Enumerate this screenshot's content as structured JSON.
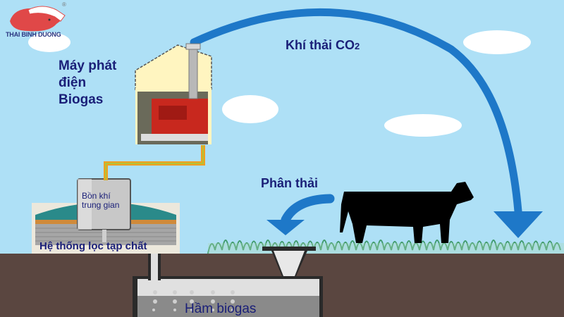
{
  "logo": {
    "brand": "THAI BINH DUONG",
    "registered": "®"
  },
  "labels": {
    "generator": [
      "Máy phát",
      "điện",
      "Biogas"
    ],
    "co2": "Khí thải CO",
    "co2_sub": "2",
    "waste": "Phân thải",
    "buffer_tank": [
      "Bồn khí",
      "trung gian"
    ],
    "filter_system": "Hệ thống lọc tạp chất",
    "digester": "Hầm biogas"
  },
  "colors": {
    "sky": "#aee0f6",
    "arrow": "#1e78c8",
    "label": "#1a1f78",
    "soil": "#5a4640",
    "pipe": "#f0a020",
    "house": "#fff5c0",
    "digester_gas": "#e0e0e0",
    "digester_liquid": "#8a8a8a"
  }
}
